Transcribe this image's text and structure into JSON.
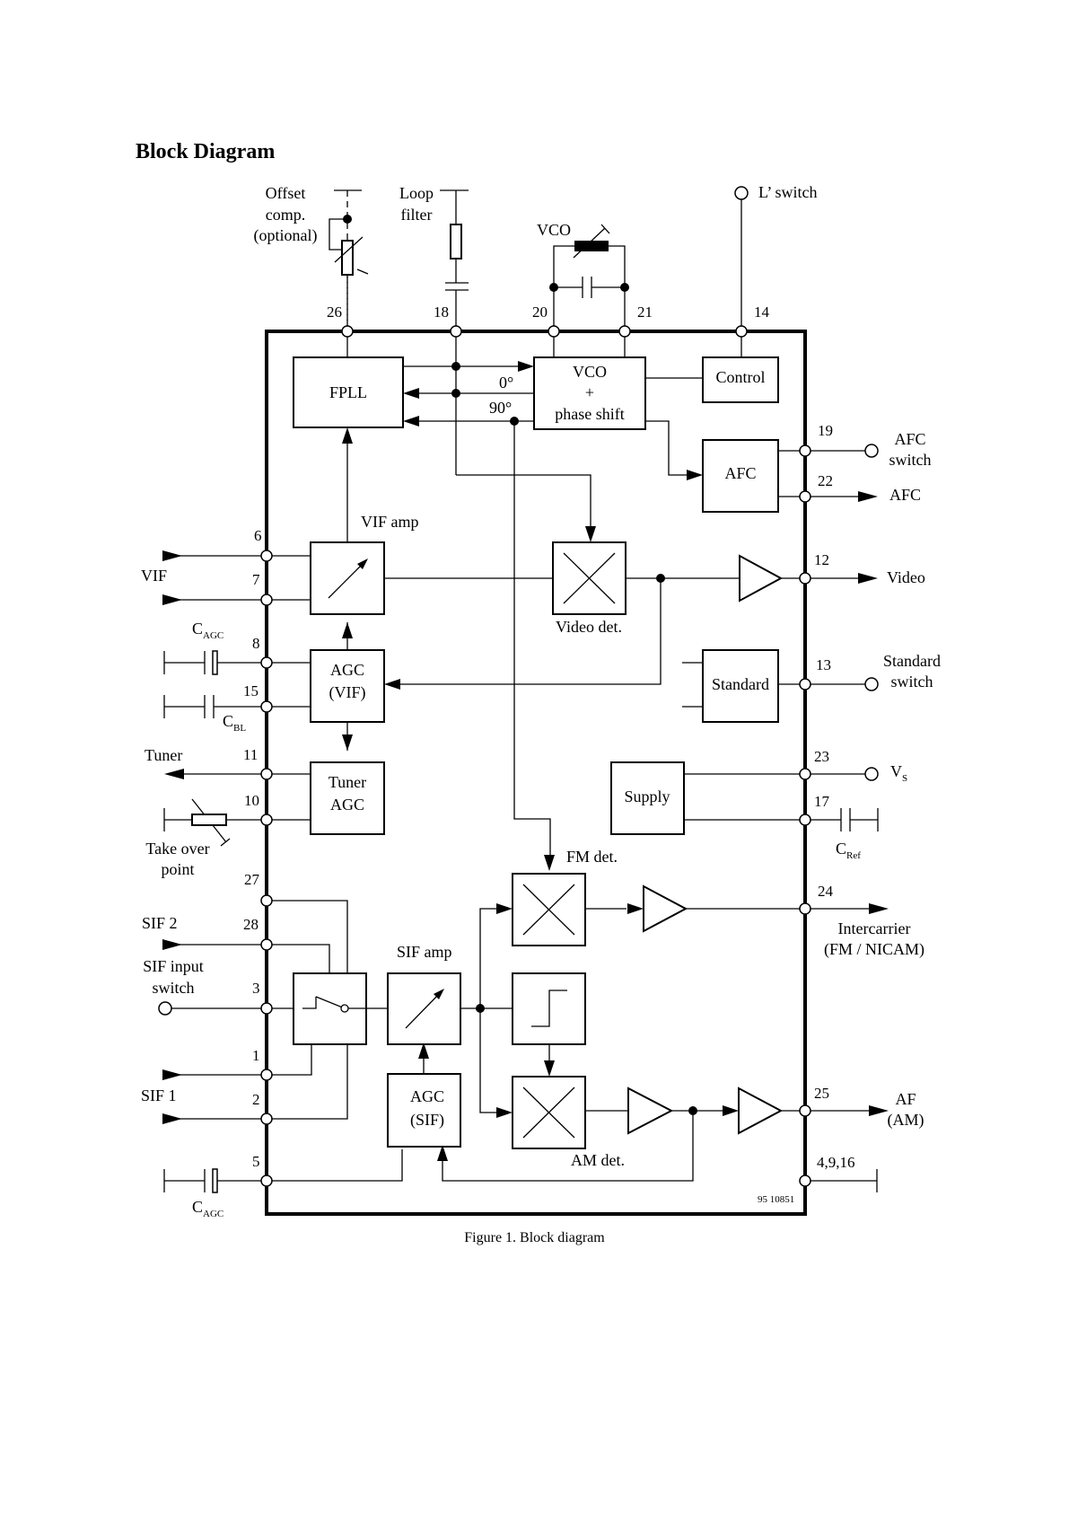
{
  "heading": "Block Diagram",
  "caption": "Figure 1.  Block diagram",
  "figure_id": "95 10851",
  "blocks": {
    "fpll": "FPLL",
    "vco_line1": "VCO",
    "vco_line2": "+",
    "vco_line3": "phase shift",
    "control": "Control",
    "afc": "AFC",
    "standard": "Standard",
    "agc_vif_1": "AGC",
    "agc_vif_2": "(VIF)",
    "tuner_agc_1": "Tuner",
    "tuner_agc_2": "AGC",
    "supply": "Supply",
    "agc_sif_1": "AGC",
    "agc_sif_2": "(SIF)"
  },
  "labels": {
    "offset_1": "Offset",
    "offset_2": "comp.",
    "offset_3": "(optional)",
    "loop_1": "Loop",
    "loop_2": "filter",
    "vco_ext": "VCO",
    "l_switch": "L’ switch",
    "phase_0": "0°",
    "phase_90": "90°",
    "vif_amp": "VIF amp",
    "video_det": "Video det.",
    "fm_det": "FM det.",
    "sif_amp": "SIF amp",
    "am_det": "AM det.",
    "vif": "VIF",
    "cagc_top_main": "C",
    "cagc_top_sub": "AGC",
    "cbl_main": "C",
    "cbl_sub": "BL",
    "tuner": "Tuner",
    "take_over_1": "Take over",
    "take_over_2": "point",
    "sif2": "SIF 2",
    "sif_input_1": "SIF input",
    "sif_input_2": "switch",
    "sif1": "SIF 1",
    "cagc_bot_main": "C",
    "cagc_bot_sub": "AGC",
    "afc_switch_1": "AFC",
    "afc_switch_2": "switch",
    "afc_out": "AFC",
    "video_out": "Video",
    "standard_switch_1": "Standard",
    "standard_switch_2": "switch",
    "vs_main": "V",
    "vs_sub": "S",
    "cref_main": "C",
    "cref_sub": "Ref",
    "intercarrier_1": "Intercarrier",
    "intercarrier_2": "(FM / NICAM)",
    "af_1": "AF",
    "af_2": "(AM)"
  },
  "pins": {
    "p26": "26",
    "p18": "18",
    "p20": "20",
    "p21": "21",
    "p14": "14",
    "p6": "6",
    "p7": "7",
    "p8": "8",
    "p15": "15",
    "p11": "11",
    "p10": "10",
    "p27": "27",
    "p28": "28",
    "p3": "3",
    "p1": "1",
    "p2": "2",
    "p5": "5",
    "p19": "19",
    "p22": "22",
    "p12": "12",
    "p13": "13",
    "p23": "23",
    "p17": "17",
    "p24": "24",
    "p25": "25",
    "p4916": "4,9,16"
  }
}
